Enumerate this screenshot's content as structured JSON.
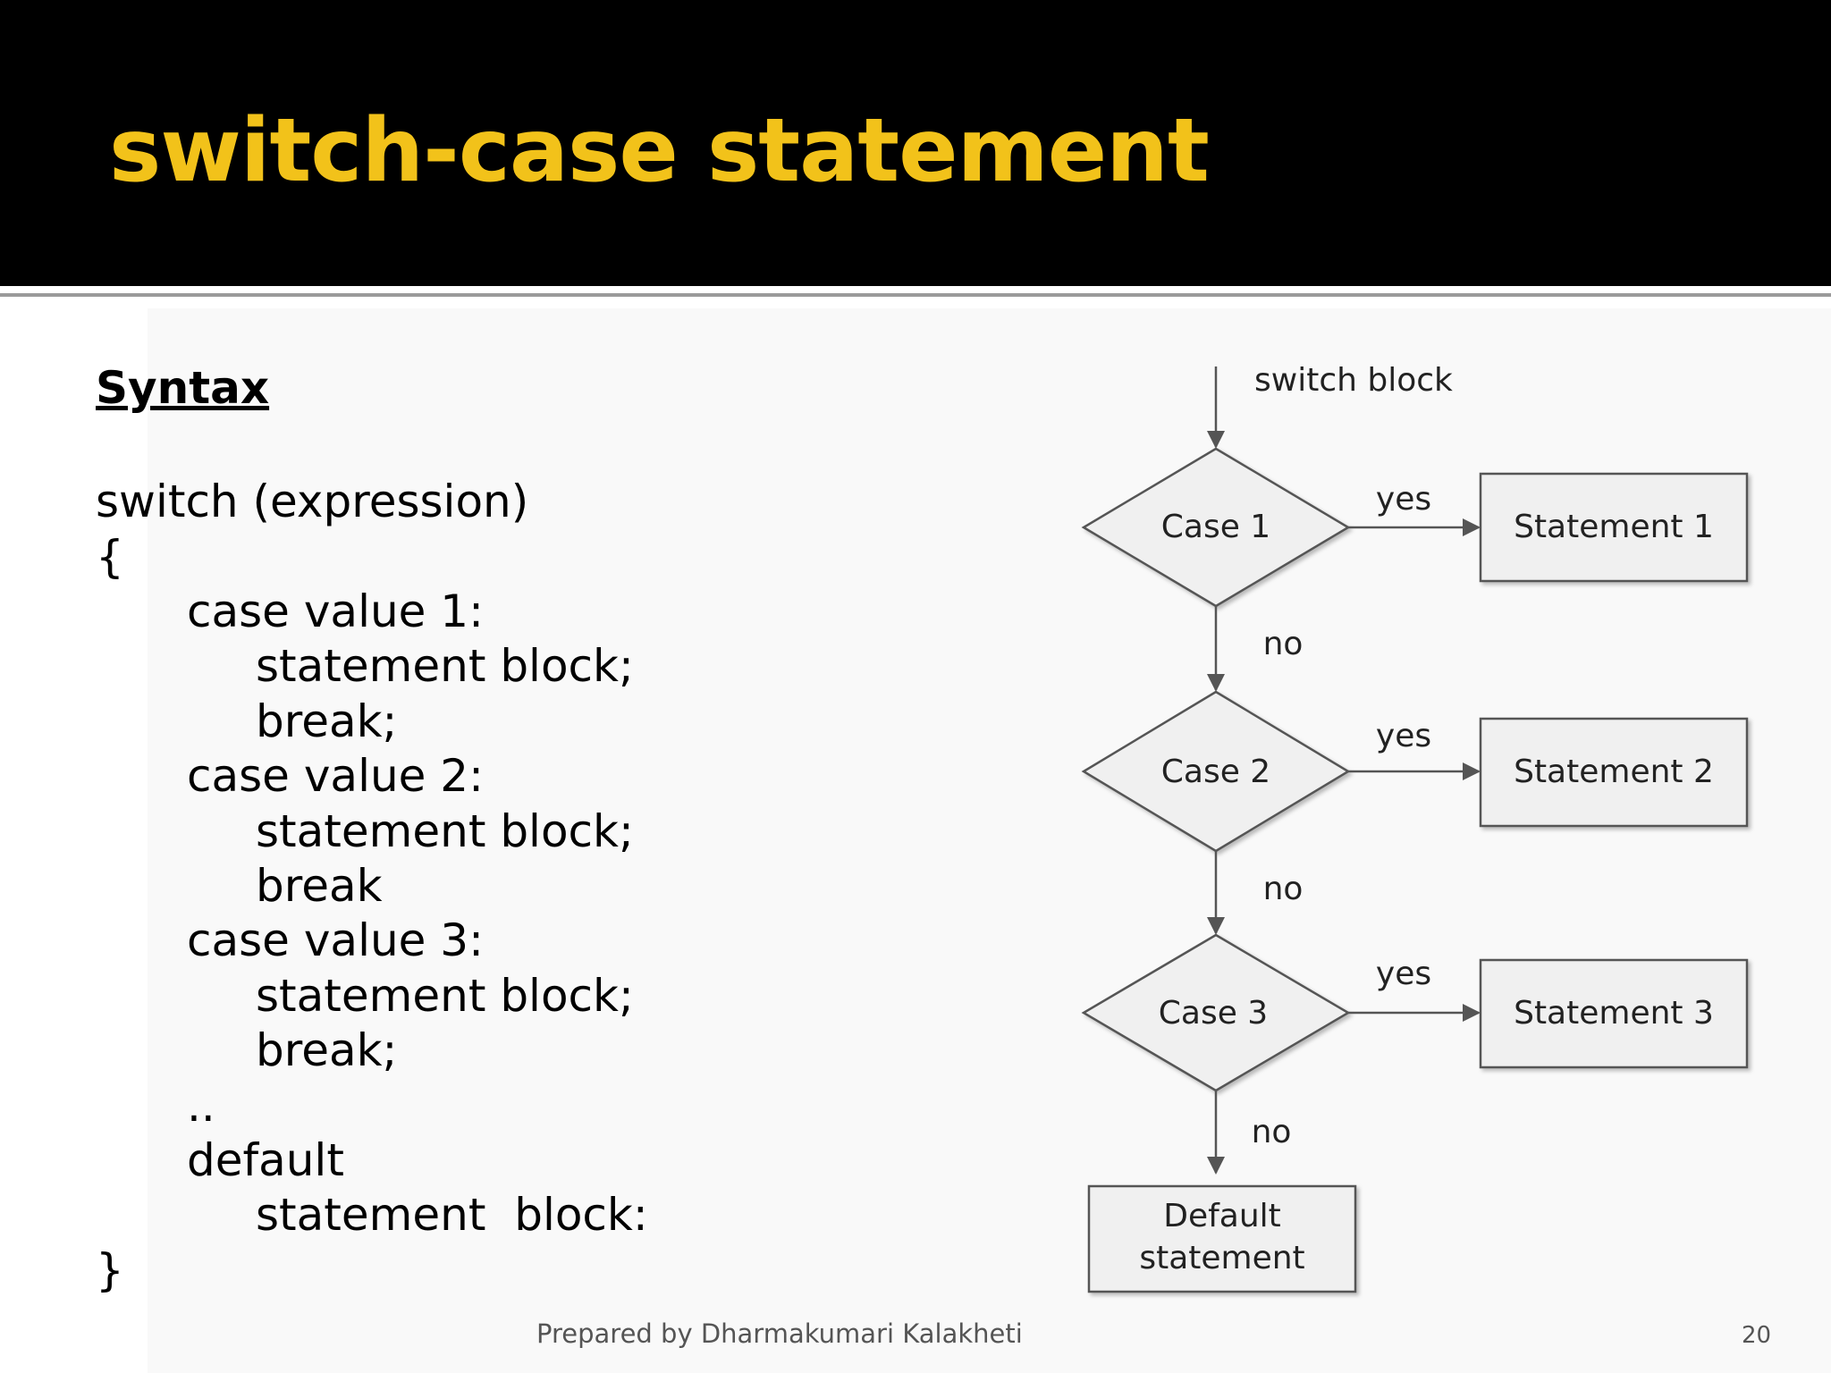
{
  "slide": {
    "title": "switch-case statement",
    "footer": "Prepared by Dharmakumari Kalakheti",
    "page_number": "20"
  },
  "syntax": {
    "heading": "Syntax",
    "lines": [
      "switch (expression)",
      "{",
      "case value 1:",
      "statement block;",
      "break;",
      "case value 2:",
      "statement block;",
      "break",
      "case value 3:",
      "statement block;",
      "break;",
      "..",
      "default",
      "statement  block:",
      "}"
    ]
  },
  "flowchart": {
    "entry_label": "switch block",
    "cases": [
      {
        "decision": "Case 1",
        "yes_label": "yes",
        "no_label": "no",
        "statement": "Statement 1"
      },
      {
        "decision": "Case 2",
        "yes_label": "yes",
        "no_label": "no",
        "statement": "Statement 2"
      },
      {
        "decision": "Case 3",
        "yes_label": "yes",
        "no_label": "no",
        "statement": "Statement 3"
      }
    ],
    "default_box": {
      "line1": "Default",
      "line2": "statement"
    }
  },
  "colors": {
    "title_bar": "#000000",
    "title_text": "#f2c21a",
    "diagram_stroke": "#555555",
    "diagram_fill": "#f0f0f0"
  }
}
